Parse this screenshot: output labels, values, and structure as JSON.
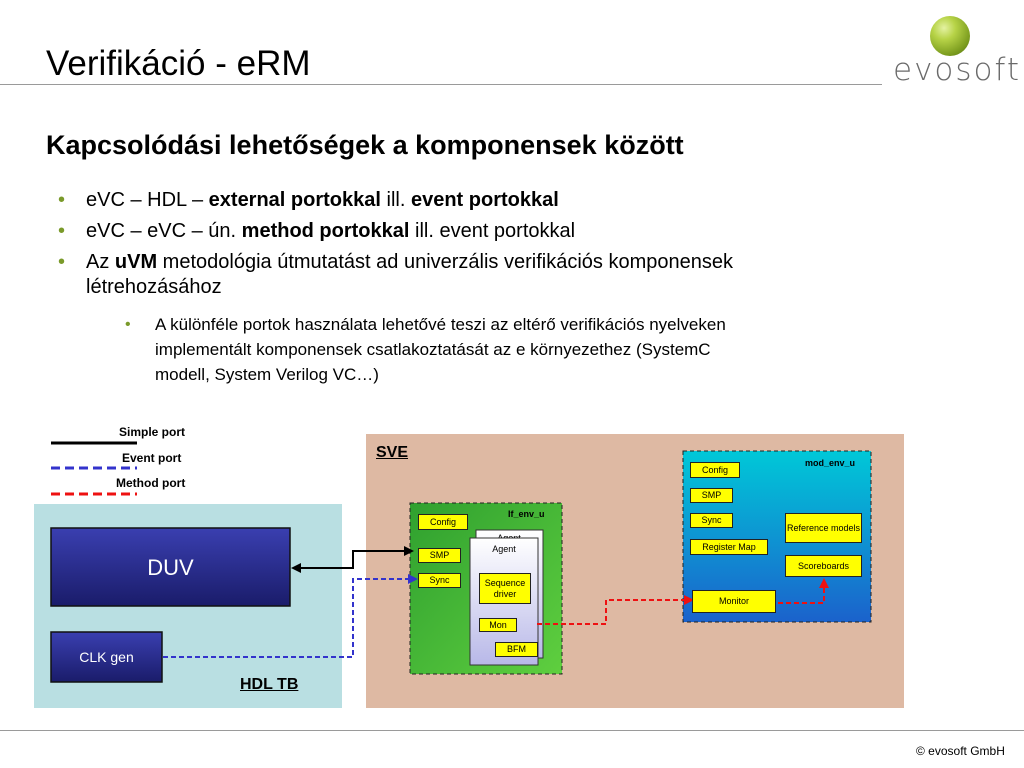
{
  "header": {
    "title": "Verifikáció - eRM",
    "logo_text": "evosoft"
  },
  "content": {
    "subtitle": "Kapcsolódási lehetőségek a komponensek között",
    "bullets": [
      {
        "p1": "eVC – HDL – ",
        "b1": "external portokkal",
        "p2": " ill. ",
        "b2": "event portokkal"
      },
      {
        "p1": "eVC – eVC – ún. ",
        "b1": "method portokkal",
        "p2": " ill. event portokkal"
      },
      {
        "p1": "Az ",
        "b1": "uVM",
        "p2": " metodológia útmutatást ad univerzális verifikációs komponensek",
        "p3": "létrehozásához"
      }
    ],
    "sub_bullet": {
      "line1": "A különféle portok használata lehetővé teszi az eltérő verifikációs nyelveken",
      "line2": "implementált komponensek csatlakoztatását az e környezethez (SystemC",
      "line3": "modell, System Verilog VC…)"
    }
  },
  "diagram": {
    "legend": {
      "simple": "Simple port",
      "event": "Event port",
      "method": "Method port"
    },
    "hdl_tb": {
      "label": "HDL TB",
      "duv": "DUV",
      "clk": "CLK gen"
    },
    "sve": {
      "label": "SVE",
      "if_env": {
        "title": "If_env_u",
        "config": "Config",
        "smp": "SMP",
        "sync": "Sync",
        "agent": "Agent",
        "agent_back": "Agent",
        "seq_driver": "Sequence driver",
        "mon": "Mon",
        "bfm": "BFM"
      },
      "mod_env": {
        "title": "mod_env_u",
        "config": "Config",
        "smp": "SMP",
        "sync": "Sync",
        "register_map": "Register Map",
        "reference_models": "Reference models",
        "scoreboards": "Scoreboards",
        "monitor": "Monitor"
      }
    },
    "colors": {
      "simple": "#000000",
      "event": "#3333cc",
      "method": "#ee1111",
      "hdl_bg": "#b9dfe2",
      "sve_bg": "#deb9a3",
      "duv": "#2b2e8c",
      "if_env": "#33aa33",
      "mod_env_top": "#00bfd0",
      "mod_env_bottom": "#1a66cc",
      "box": "#ffff00"
    }
  },
  "footer": {
    "copyright": "© evosoft GmbH"
  }
}
